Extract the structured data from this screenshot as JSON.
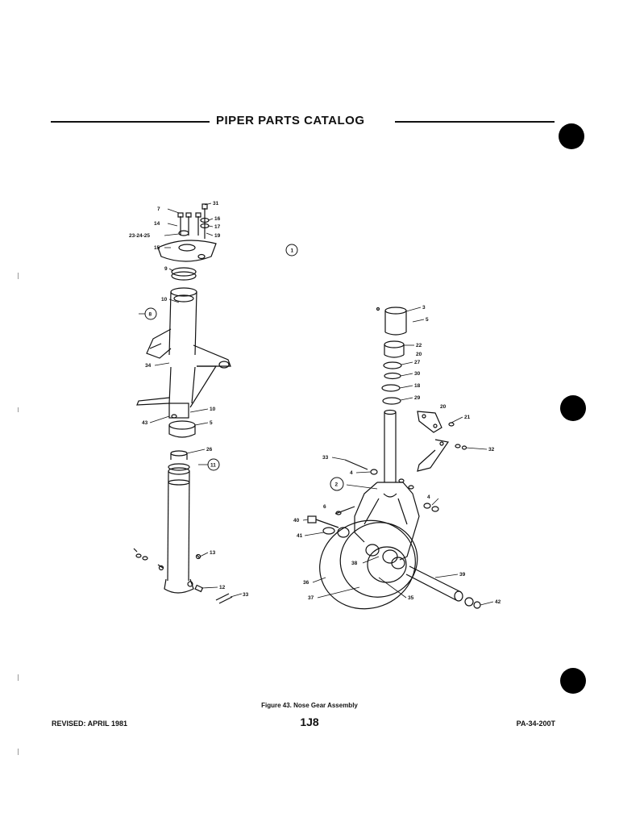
{
  "header": {
    "title": "PIPER PARTS CATALOG"
  },
  "figure": {
    "caption": "Figure 43. Nose Gear Assembly",
    "view_marker": "1",
    "group_markers": [
      "8",
      "11",
      "2"
    ],
    "left_callouts": [
      "7",
      "14",
      "23-24-25",
      "15",
      "31",
      "16",
      "17",
      "19",
      "9",
      "10",
      "34",
      "10",
      "43",
      "5",
      "26",
      "13",
      "12",
      "33"
    ],
    "right_callouts": [
      "3",
      "5",
      "22",
      "20",
      "27",
      "30",
      "18",
      "29",
      "20",
      "21",
      "32",
      "33",
      "4",
      "4",
      "6",
      "40",
      "41",
      "38",
      "36",
      "37",
      "35",
      "39",
      "42"
    ]
  },
  "footer": {
    "revised": "REVISED: APRIL 1981",
    "page": "1J8",
    "model": "PA-34-200T"
  }
}
